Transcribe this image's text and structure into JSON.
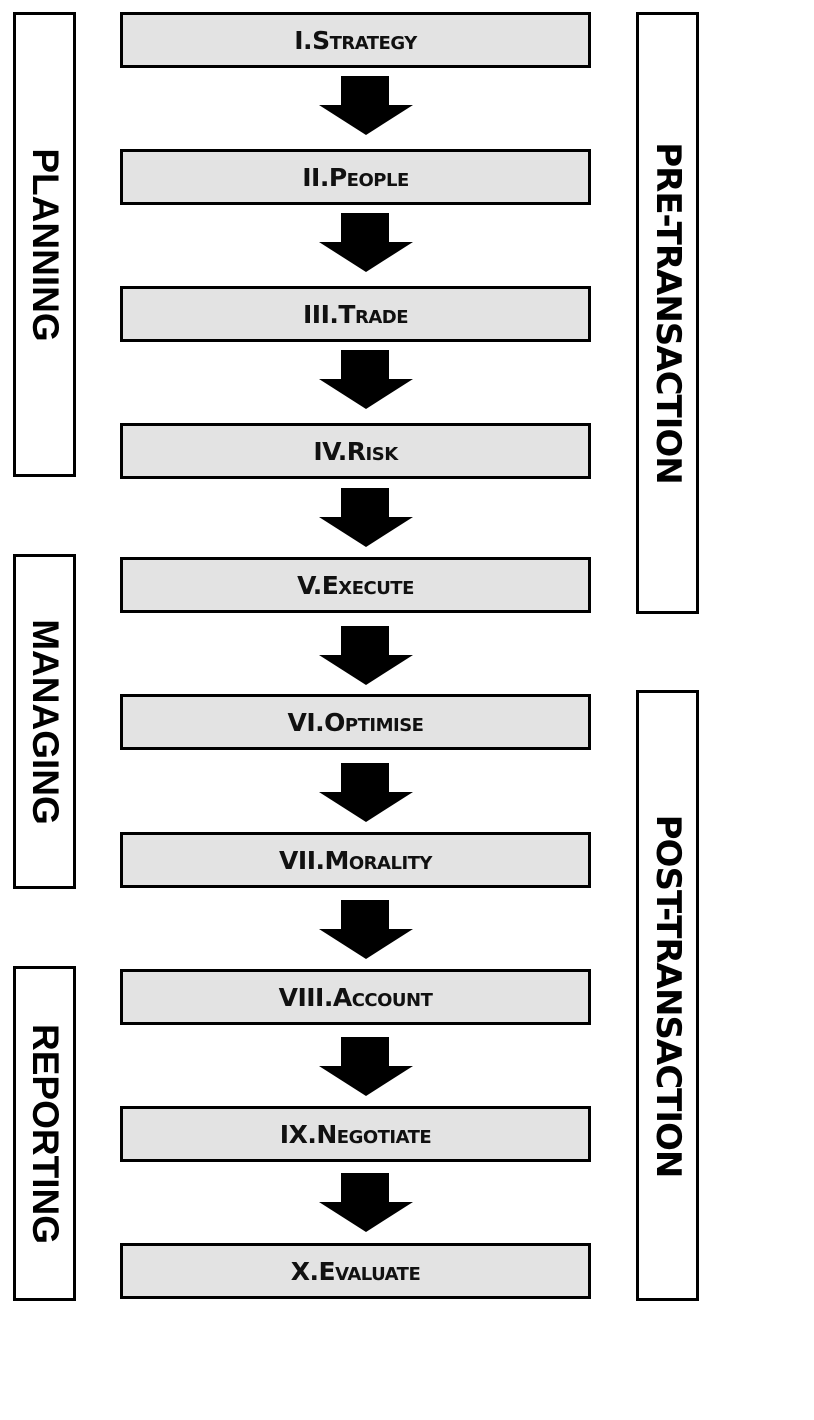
{
  "diagram": {
    "steps": [
      {
        "numeral": "I.",
        "name": "Strategy"
      },
      {
        "numeral": "II.",
        "name": "People"
      },
      {
        "numeral": "III.",
        "name": "Trade"
      },
      {
        "numeral": "IV.",
        "name": "Risk"
      },
      {
        "numeral": "V.",
        "name": "Execute"
      },
      {
        "numeral": "VI.",
        "name": "Optimise"
      },
      {
        "numeral": "VII.",
        "name": "Morality"
      },
      {
        "numeral": "VIII.",
        "name": "Account"
      },
      {
        "numeral": "IX.",
        "name": "Negotiate"
      },
      {
        "numeral": "X.",
        "name": "Evaluate"
      }
    ],
    "left_phases": [
      {
        "label": "PLANNING",
        "first_step": 1,
        "last_step": 4
      },
      {
        "label": "MANAGING",
        "first_step": 5,
        "last_step": 7
      },
      {
        "label": "REPORTING",
        "first_step": 8,
        "last_step": 10
      }
    ],
    "right_phases": [
      {
        "label": "PRE-TRANSACTION",
        "first_step": 1,
        "last_step": 5
      },
      {
        "label": "POST-TRANSACTION",
        "first_step": 6,
        "last_step": 10
      }
    ],
    "arrow_icon": "down-arrow-icon",
    "colors": {
      "box_fill": "#e3e3e3",
      "stroke": "#000000",
      "background": "#ffffff"
    }
  }
}
